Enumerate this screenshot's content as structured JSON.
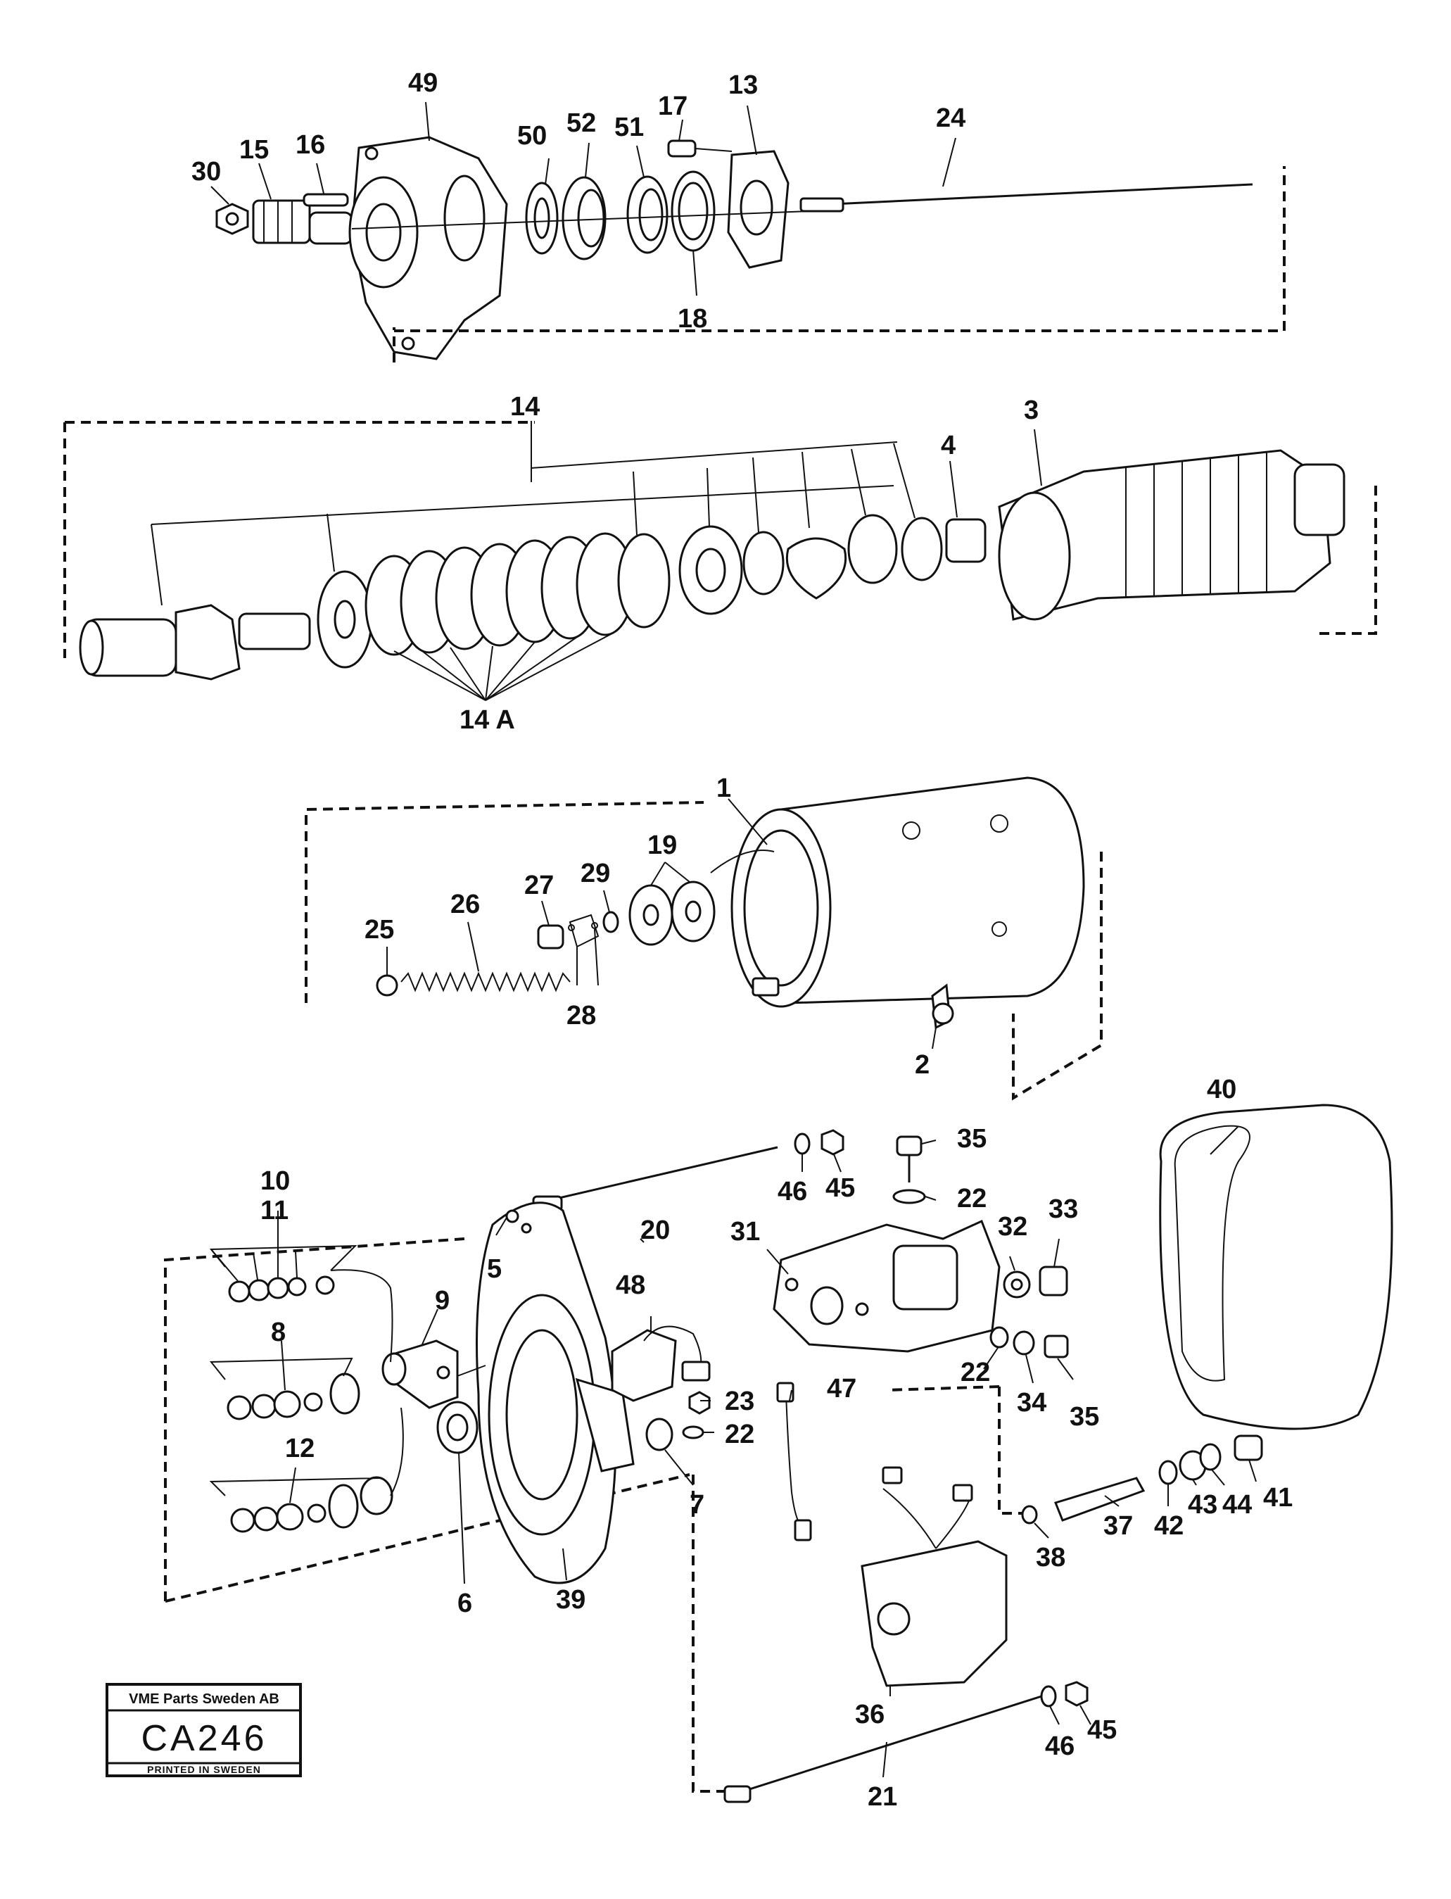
{
  "callouts": {
    "c49": "49",
    "c50": "50",
    "c52": "52",
    "c51": "51",
    "c17": "17",
    "c13": "13",
    "c24": "24",
    "c30": "30",
    "c15": "15",
    "c16": "16",
    "c18": "18",
    "c14": "14",
    "c3": "3",
    "c4": "4",
    "c14a": "14 A",
    "c1": "1",
    "c19": "19",
    "c25": "25",
    "c26": "26",
    "c27": "27",
    "c29": "29",
    "c28": "28",
    "c2": "2",
    "c40": "40",
    "c35a": "35",
    "c22a": "22",
    "c46a": "46",
    "c45a": "45",
    "c10": "10",
    "c11": "11",
    "c20": "20",
    "c31": "31",
    "c32": "32",
    "c33": "33",
    "c5": "5",
    "c48": "48",
    "c9": "9",
    "c8": "8",
    "c22b": "22",
    "c34": "34",
    "c35b": "35",
    "c23": "23",
    "c47": "47",
    "c22c": "22",
    "c12": "12",
    "c7": "7",
    "c43": "43",
    "c44": "44",
    "c41": "41",
    "c42": "42",
    "c37": "37",
    "c38": "38",
    "c6": "6",
    "c39": "39",
    "c36": "36",
    "c46b": "46",
    "c45b": "45",
    "c21": "21"
  },
  "stamp": {
    "company": "VME Parts Sweden AB",
    "code": "CA246",
    "printed": "PRINTED IN SWEDEN"
  }
}
